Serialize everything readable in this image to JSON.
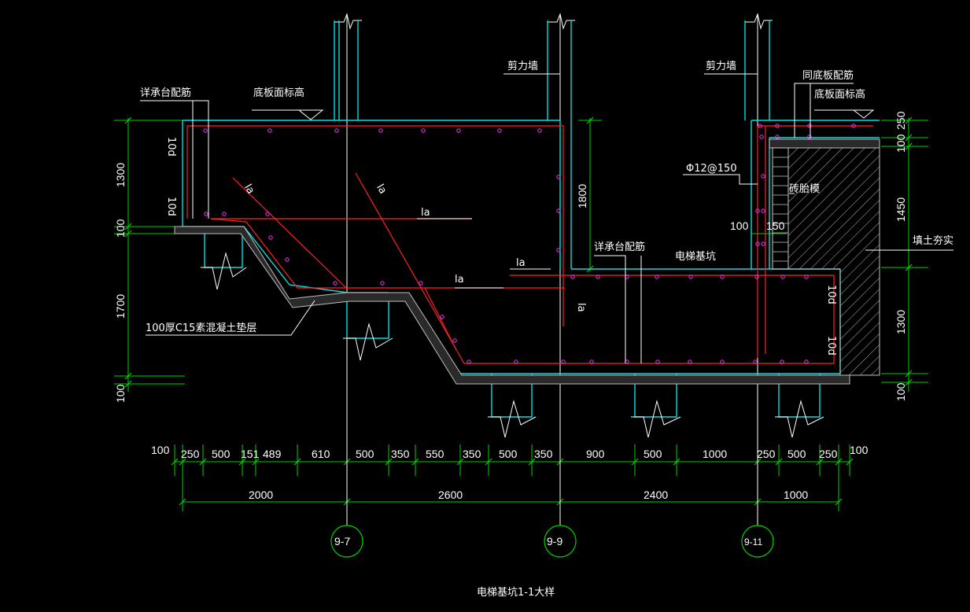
{
  "labels": {
    "pile_cap_rebar_left": "详承台配筋",
    "slab_top_elev_left": "底板面标高",
    "shear_wall_1": "剪力墙",
    "shear_wall_2": "剪力墙",
    "same_as_slab_rebar": "同底板配筋",
    "slab_top_elev_right": "底板面标高",
    "rebar_spec": "Φ12@150",
    "brick_mold": "砖胎模",
    "fill_compact": "填土夯实",
    "pile_cap_rebar_mid": "详承台配筋",
    "elevator_pit": "电梯基坑",
    "cushion": "100厚C15素混凝土垫层",
    "la1": "la",
    "la2": "la",
    "la3": "la",
    "la4": "la",
    "la5": "la",
    "la6": "la",
    "ld1": "10d",
    "ld2": "10d",
    "ld3": "10d",
    "ld4": "10d",
    "title": "电梯基坑1-1大样"
  },
  "dims_left": [
    "1300",
    "100",
    "1700",
    "100"
  ],
  "dims_mid": [
    "1800"
  ],
  "dims_right": [
    "250",
    "100",
    "1450",
    "1300",
    "100"
  ],
  "dims_inner": [
    "100",
    "150"
  ],
  "dims_bottom_detail": [
    "100",
    "250",
    "500",
    "151",
    "489",
    "610",
    "500",
    "350",
    "550",
    "350",
    "500",
    "350",
    "900",
    "500",
    "1000",
    "250",
    "500",
    "250",
    "100"
  ],
  "dims_bottom_total": [
    "2000",
    "2600",
    "2400",
    "1000"
  ],
  "axes": [
    "9-7",
    "9-9",
    "9-11"
  ]
}
